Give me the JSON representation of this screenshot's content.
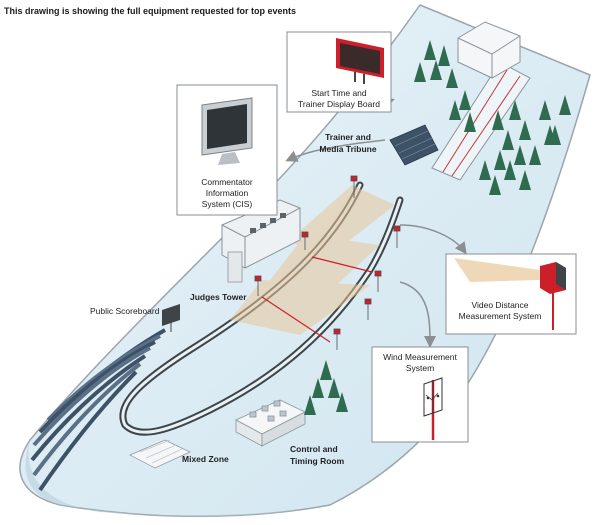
{
  "caption": "This drawing is showing the full equipment requested for top events",
  "labels": {
    "start_board_line1": "Start Time and",
    "start_board_line2": "Trainer Display Board",
    "trainer_line1": "Trainer and",
    "trainer_line2": "Media Tribune",
    "cis_line1": "Commentator",
    "cis_line2": "Information",
    "cis_line3": "System (CIS)",
    "judges_tower": "Judges Tower",
    "public_scoreboard": "Public Scoreboard",
    "video_line1": "Video Distance",
    "video_line2": "Measurement System",
    "wind_line1": "Wind Measurement",
    "wind_line2": "System",
    "mixed_zone": "Mixed Zone",
    "control_line1": "Control and",
    "control_line2": "Timing Room"
  },
  "colors": {
    "snow": "#d6e9f3",
    "hill_outline": "#9aa5ad",
    "track": "#3f4448",
    "equipment_red": "#cc1f2a",
    "tree": "#2e6b4f",
    "beam": "#e8c79a",
    "arrow": "#8a8f94"
  }
}
